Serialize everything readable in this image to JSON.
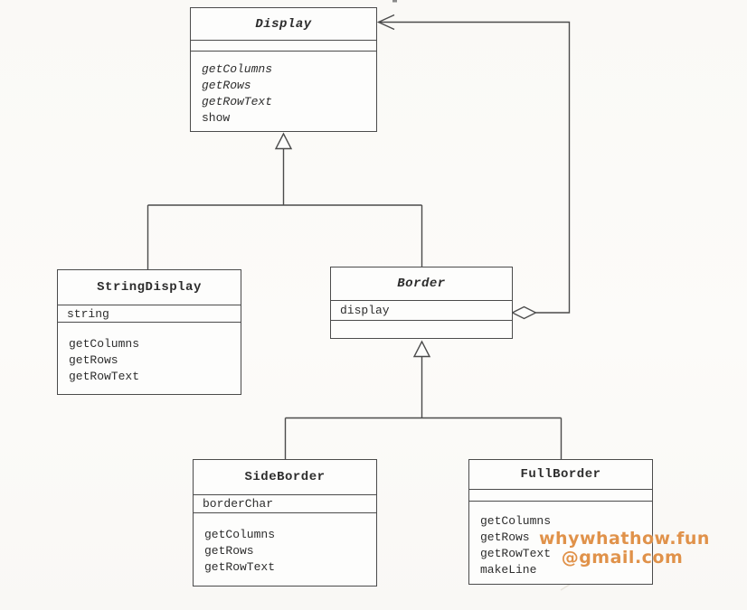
{
  "canvas": {
    "background": "#faf9f6",
    "line_color": "#4b4b4b",
    "text_color": "#2d2d2d",
    "box_fill": "#fdfdfc"
  },
  "classes": [
    {
      "name": "Display",
      "abstract": true,
      "attributes": [],
      "methods": [
        {
          "name": "getColumns",
          "abstract": true
        },
        {
          "name": "getRows",
          "abstract": true
        },
        {
          "name": "getRowText",
          "abstract": true
        },
        {
          "name": "show",
          "abstract": false
        }
      ]
    },
    {
      "name": "StringDisplay",
      "abstract": false,
      "attributes": [
        {
          "name": "string"
        }
      ],
      "methods": [
        {
          "name": "getColumns",
          "abstract": false
        },
        {
          "name": "getRows",
          "abstract": false
        },
        {
          "name": "getRowText",
          "abstract": false
        }
      ]
    },
    {
      "name": "Border",
      "abstract": true,
      "attributes": [
        {
          "name": "display"
        }
      ],
      "methods": []
    },
    {
      "name": "SideBorder",
      "abstract": false,
      "attributes": [
        {
          "name": "borderChar"
        }
      ],
      "methods": [
        {
          "name": "getColumns",
          "abstract": false
        },
        {
          "name": "getRows",
          "abstract": false
        },
        {
          "name": "getRowText",
          "abstract": false
        }
      ]
    },
    {
      "name": "FullBorder",
      "abstract": false,
      "attributes": [],
      "methods": [
        {
          "name": "getColumns",
          "abstract": false
        },
        {
          "name": "getRows",
          "abstract": false
        },
        {
          "name": "getRowText",
          "abstract": false
        },
        {
          "name": "makeLine",
          "abstract": false
        }
      ]
    }
  ],
  "relationships": [
    {
      "type": "generalization",
      "from": "StringDisplay",
      "to": "Display"
    },
    {
      "type": "generalization",
      "from": "Border",
      "to": "Display"
    },
    {
      "type": "generalization",
      "from": "SideBorder",
      "to": "Border"
    },
    {
      "type": "generalization",
      "from": "FullBorder",
      "to": "Border"
    },
    {
      "type": "aggregation",
      "from": "Border",
      "to": "Display",
      "via_attribute": "display"
    }
  ],
  "watermark": {
    "line1": "whywhathow.fun",
    "line2": "@gmail.com",
    "color": "#e0924a"
  }
}
